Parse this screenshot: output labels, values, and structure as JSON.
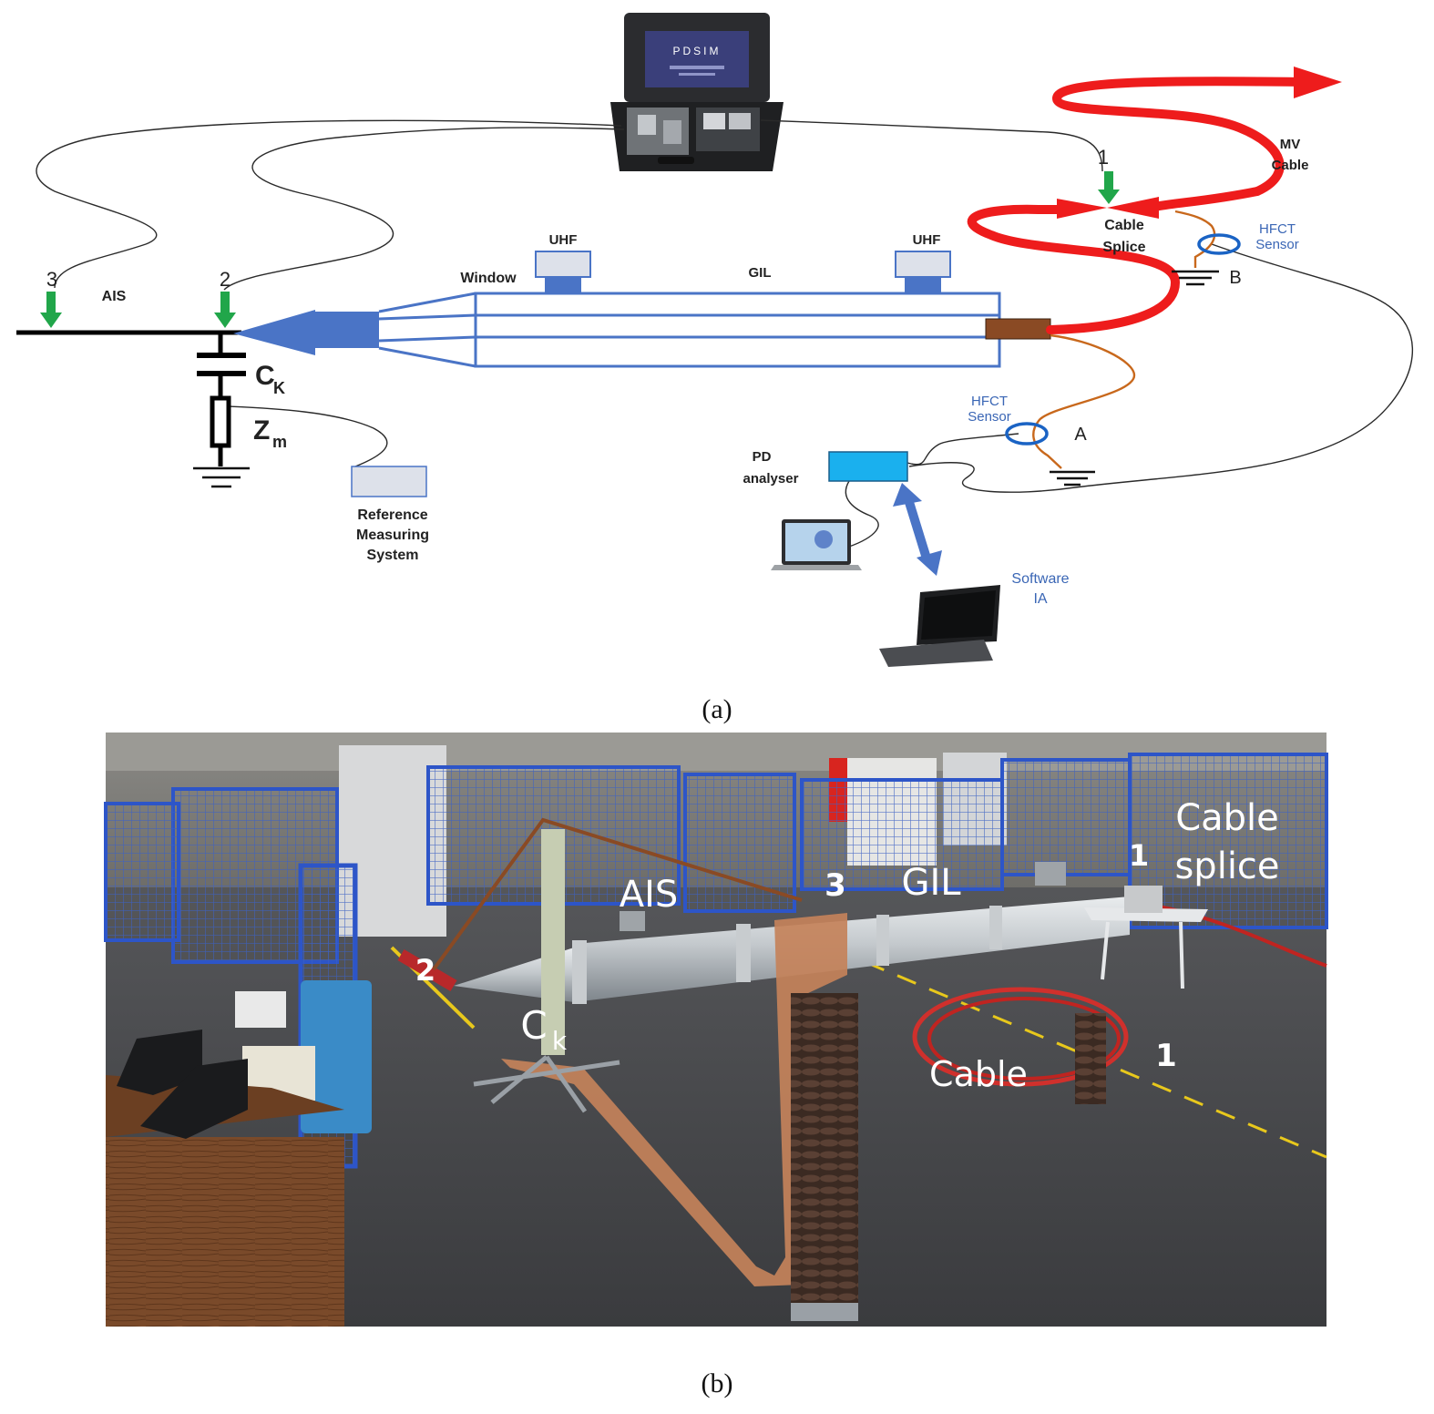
{
  "diagram_a": {
    "pdsim_brand": "PDSIM",
    "labels": {
      "ais": "AIS",
      "window": "Window",
      "gil": "GIL",
      "uhf_left": "UHF",
      "uhf_right": "UHF",
      "mv_line1": "MV",
      "mv_line2": "Cable",
      "splice_line1": "Cable",
      "splice_line2": "Splice",
      "hfct_b_line1": "HFCT",
      "hfct_b_line2": "Sensor",
      "hfct_a_line1": "HFCT",
      "hfct_a_line2": "Sensor",
      "point_b": "B",
      "point_a": "A",
      "pd_line1": "PD",
      "pd_line2": "analyser",
      "software_line1": "Software",
      "software_line2": "IA",
      "ref_line1": "Reference",
      "ref_line2": "Measuring",
      "ref_line3": "System",
      "ck_main": "C",
      "ck_sub": "K",
      "zm_main": "Z",
      "zm_sub": "m",
      "marker_1": "1",
      "marker_2": "2",
      "marker_3": "3"
    },
    "caption": "(a)",
    "colors": {
      "gil_blue": "#4a74c6",
      "cable_red": "#ee1c1c",
      "marker_green": "#21a64a",
      "orange_wire": "#c8681c",
      "pd_box": "#1ab0ee",
      "ref_box": "#dde1ea"
    }
  },
  "photo_b": {
    "labels": {
      "ais": "AIS",
      "gil": "GIL",
      "num3": "3",
      "num2": "2",
      "ck_main": "C",
      "ck_sub": "k",
      "num1_top": "1",
      "num1_bottom": "1",
      "cable_splice_line1": "Cable",
      "cable_splice_line2": "splice",
      "cable": "Cable"
    },
    "caption": "(b)"
  }
}
